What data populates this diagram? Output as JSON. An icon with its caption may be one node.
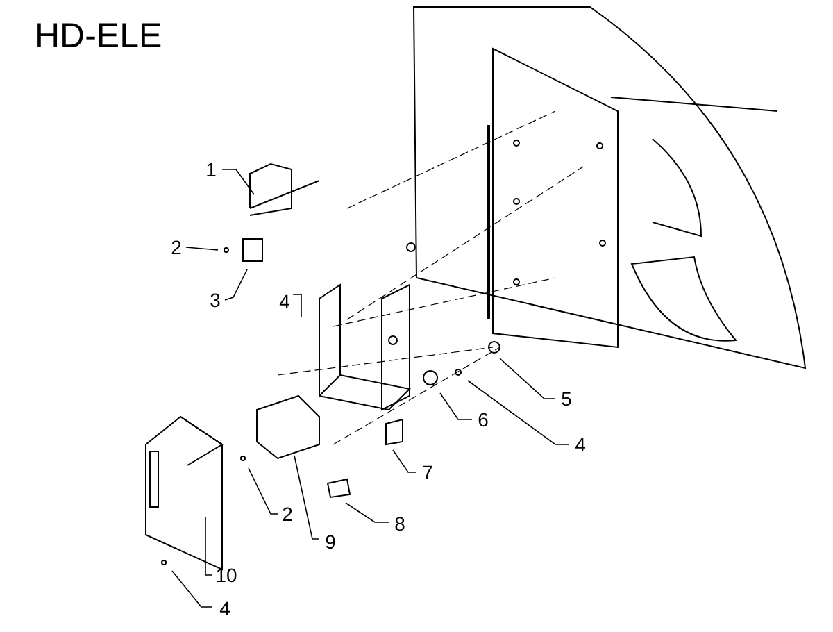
{
  "diagram": {
    "title": "HD-ELE",
    "nodes": [
      {
        "text": [
          "1"
        ]
      },
      {
        "text": [
          "2"
        ]
      },
      {
        "text": [
          "3"
        ]
      },
      {
        "text": [
          "4"
        ]
      },
      {
        "text": [
          "5"
        ]
      },
      {
        "text": [
          "6"
        ]
      },
      {
        "text": [
          "4"
        ]
      },
      {
        "text": [
          "7"
        ]
      },
      {
        "text": [
          "8"
        ]
      },
      {
        "text": [
          "9"
        ]
      },
      {
        "text": [
          "2"
        ]
      },
      {
        "text": [
          "10"
        ]
      },
      {
        "text": [
          "4"
        ]
      }
    ],
    "edges": [
      {
        "from": 0,
        "to": null,
        "arrow": "none"
      },
      {
        "from": 1,
        "to": null,
        "arrow": "none"
      },
      {
        "from": 2,
        "to": null,
        "arrow": "none"
      },
      {
        "from": 3,
        "to": null,
        "arrow": "none"
      },
      {
        "from": 4,
        "to": null,
        "arrow": "none"
      },
      {
        "from": 5,
        "to": null,
        "arrow": "none"
      },
      {
        "from": 6,
        "to": null,
        "arrow": "none"
      },
      {
        "from": 7,
        "to": null,
        "arrow": "none"
      },
      {
        "from": 8,
        "to": null,
        "arrow": "none"
      },
      {
        "from": 9,
        "to": null,
        "arrow": "none"
      },
      {
        "from": 10,
        "to": null,
        "arrow": "none"
      },
      {
        "from": 11,
        "to": null,
        "arrow": "none"
      },
      {
        "from": 12,
        "to": null,
        "arrow": "none"
      }
    ]
  }
}
